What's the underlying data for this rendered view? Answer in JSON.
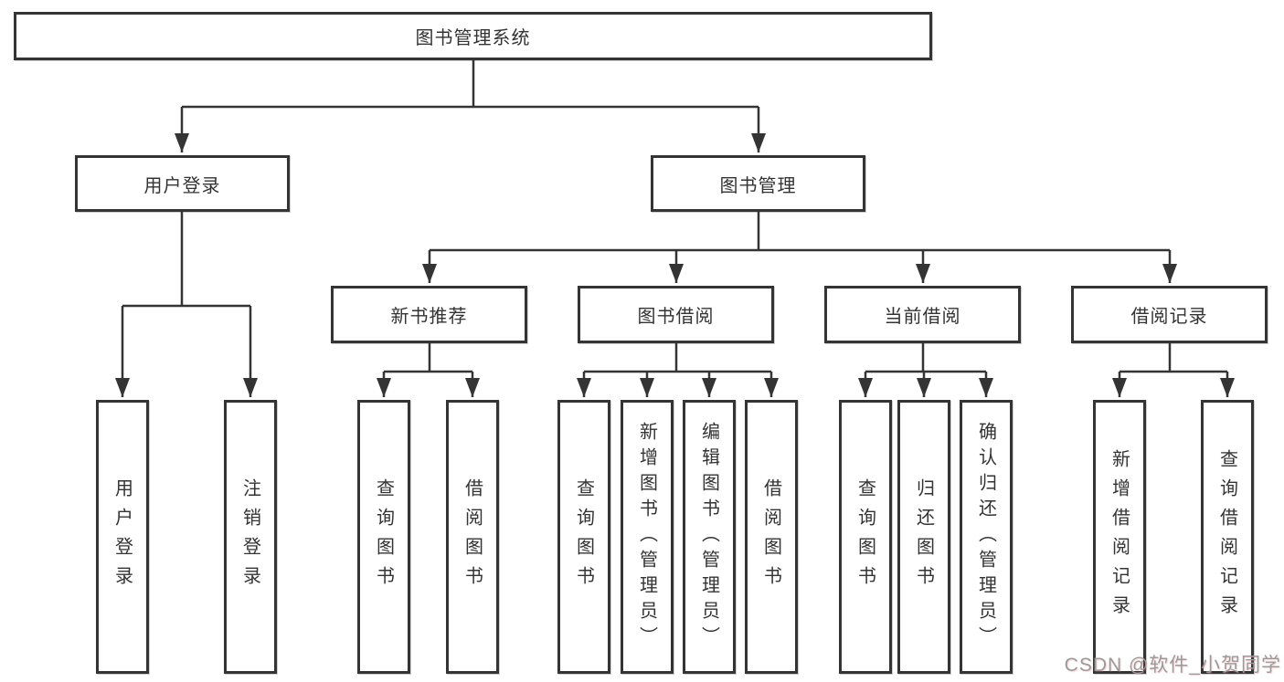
{
  "title": "图书管理系统",
  "watermark": "CSDN @软件_小贺同学",
  "colors": {
    "background": "#ffffff",
    "border": "#343434",
    "text": "#333333",
    "watermark": "#9b9b9b"
  },
  "tree": {
    "root": {
      "label": "图书管理系统"
    },
    "level1": [
      {
        "label": "用户登录",
        "children": [
          {
            "label": "用户登录"
          },
          {
            "label": "注销登录"
          }
        ]
      },
      {
        "label": "图书管理",
        "children": [
          {
            "label": "新书推荐",
            "children": [
              {
                "label": "查询图书"
              },
              {
                "label": "借阅图书"
              }
            ]
          },
          {
            "label": "图书借阅",
            "children": [
              {
                "label": "查询图书"
              },
              {
                "label": "新增图书（管理员）"
              },
              {
                "label": "编辑图书（管理员）"
              },
              {
                "label": "借阅图书"
              }
            ]
          },
          {
            "label": "当前借阅",
            "children": [
              {
                "label": "查询图书"
              },
              {
                "label": "归还图书"
              },
              {
                "label": "确认归还（管理员）"
              }
            ]
          },
          {
            "label": "借阅记录",
            "children": [
              {
                "label": "新增借阅记录"
              },
              {
                "label": "查询借阅记录"
              }
            ]
          }
        ]
      }
    ]
  }
}
